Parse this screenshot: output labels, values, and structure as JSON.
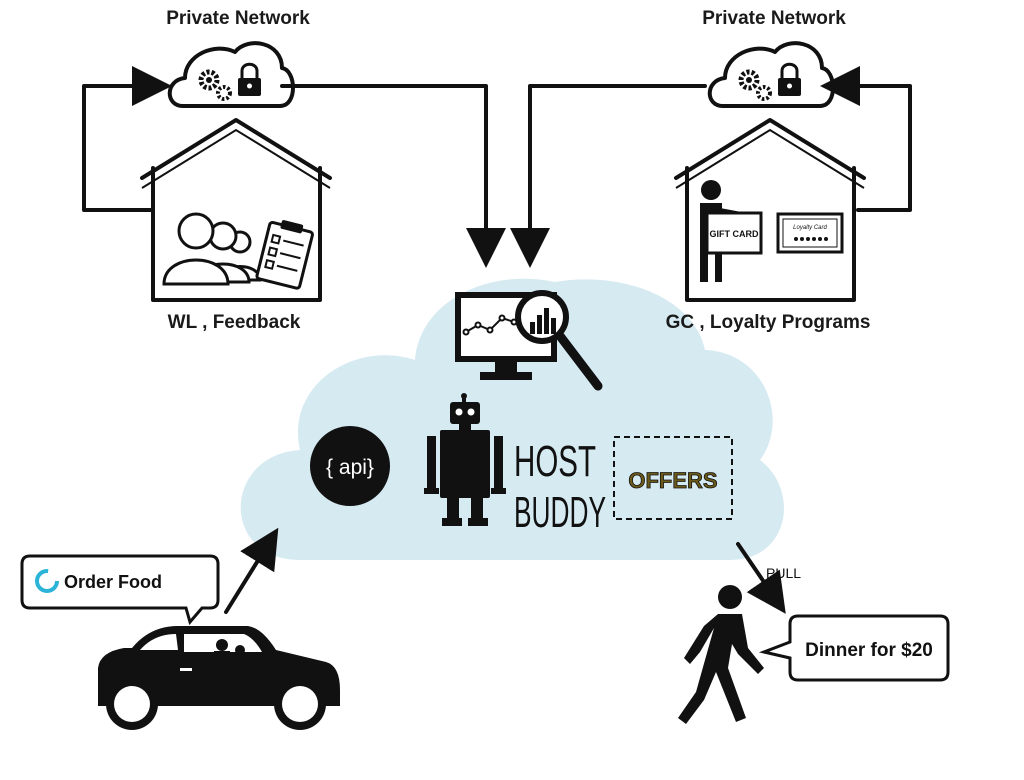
{
  "left_node": {
    "network_label": "Private Network",
    "caption": "WL , Feedback",
    "icons": [
      "cloud-icon",
      "gears-icon",
      "lock-icon",
      "house-icon",
      "people-icon",
      "clipboard-icon"
    ]
  },
  "right_node": {
    "network_label": "Private Network",
    "caption": "GC , Loyalty Programs",
    "gift_card_text": "GIFT CARD",
    "loyalty_card_text": "Loyalty Card",
    "icons": [
      "cloud-icon",
      "gears-icon",
      "lock-icon",
      "house-icon",
      "person-holding-card-icon",
      "loyalty-card-icon"
    ]
  },
  "hub": {
    "api_label": "{ api}",
    "brand_line1": "HOST",
    "brand_line2": "BUDDY",
    "offers_label": "OFFERS",
    "icons": [
      "analytics-monitor-icon",
      "magnifier-icon",
      "robot-icon"
    ],
    "fill_color": "#d6eaf2"
  },
  "car": {
    "bubble_text": "Order Food",
    "icons": [
      "car-icon",
      "assistant-ring-icon"
    ],
    "assistant_color": "#2bb4d8"
  },
  "walker": {
    "pull_label": "PULL",
    "bubble_text": "Dinner for $20",
    "icons": [
      "walking-person-icon"
    ]
  }
}
